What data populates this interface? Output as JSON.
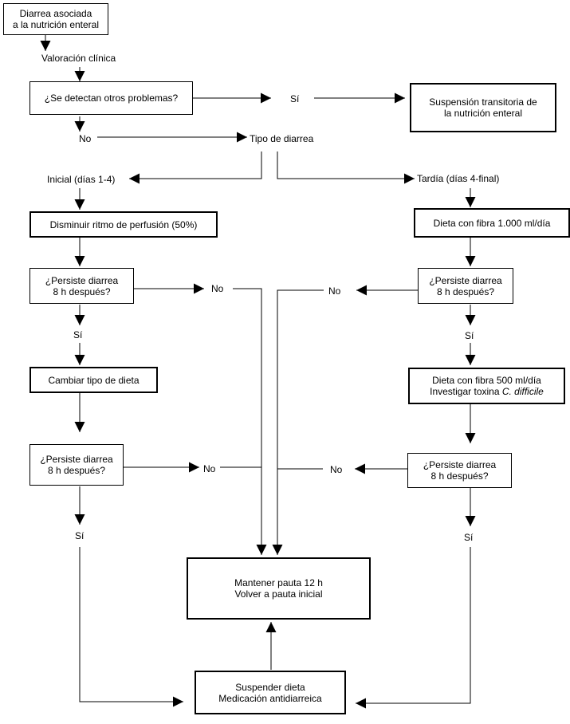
{
  "nodes": {
    "start": {
      "line1": "Diarrea asociada",
      "line2": "a la nutrición enteral"
    },
    "check_other": "¿Se detectan otros problemas?",
    "suspend_transient": {
      "line1": "Suspensión transitoria de",
      "line2": "la nutrición enteral"
    },
    "reduce_rate": "Disminuir ritmo de perfusión (50%)",
    "persist_left_1": {
      "line1": "¿Persiste diarrea",
      "line2": "8 h después?"
    },
    "change_diet": "Cambiar tipo de dieta",
    "persist_left_2": {
      "line1": "¿Persiste diarrea",
      "line2": "8 h después?"
    },
    "fiber_1000": "Dieta con fibra 1.000 ml/día",
    "persist_right_1": {
      "line1": "¿Persiste diarrea",
      "line2": "8 h después?"
    },
    "fiber_500": {
      "line1": "Dieta con fibra 500 ml/día",
      "line2_prefix": "Investigar toxina ",
      "line2_italic": "C. difficile"
    },
    "persist_right_2": {
      "line1": "¿Persiste diarrea",
      "line2": "8 h después?"
    },
    "maintain": {
      "line1": "Mantener pauta 12 h",
      "line2": "Volver a pauta inicial"
    },
    "stop_diet": {
      "line1": "Suspender dieta",
      "line2": "Medicación antidiarreica"
    }
  },
  "labels": {
    "clinical_assessment": "Valoración clínica",
    "yes_top": "Sí",
    "no_top": "No",
    "diarrhea_type": "Tipo de diarrea",
    "initial": "Inicial (días 1-4)",
    "late": "Tardía (días 4-final)",
    "no_left_1": "No",
    "yes_left_1": "Sí",
    "no_left_2": "No",
    "yes_left_2": "Sí",
    "no_right_1": "No",
    "yes_right_1": "Sí",
    "no_right_2": "No",
    "yes_right_2": "Sí"
  },
  "colors": {
    "stroke": "#000000",
    "background": "#ffffff"
  }
}
